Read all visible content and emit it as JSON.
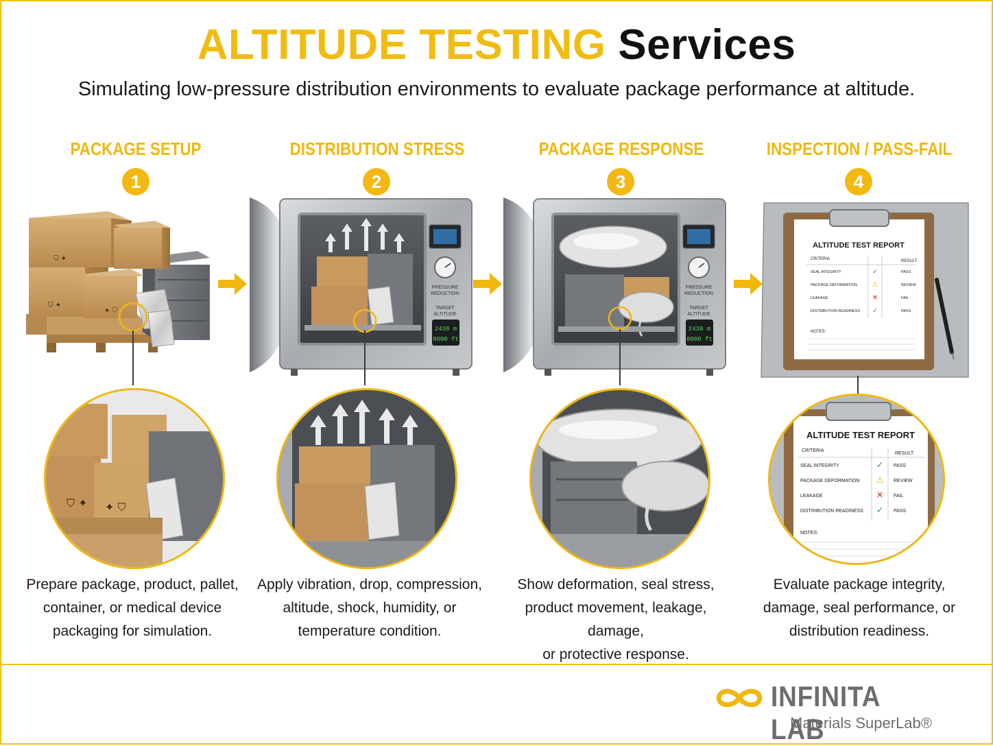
{
  "header": {
    "title_accent": "ALTITUDE TESTING",
    "title_rest": "Services",
    "subtitle": "Simulating low-pressure distribution environments to evaluate package performance at altitude."
  },
  "steps": [
    {
      "number": "1",
      "title": "PACKAGE SETUP",
      "description": [
        "Prepare package, product, pallet,",
        "container, or medical device",
        "packaging for simulation."
      ]
    },
    {
      "number": "2",
      "title": "DISTRIBUTION STRESS",
      "description": [
        "Apply vibration, drop, compression,",
        "altitude, shock, humidity, or",
        "temperature condition."
      ]
    },
    {
      "number": "3",
      "title": "PACKAGE RESPONSE",
      "description": [
        "Show deformation, seal stress,",
        "product movement, leakage, damage,",
        "or protective response."
      ]
    },
    {
      "number": "4",
      "title": "INSPECTION / PASS-FAIL",
      "description": [
        "Evaluate package integrity,",
        "damage, seal performance, or",
        "distribution readiness."
      ]
    }
  ],
  "chamber": {
    "label_pressure": [
      "PRESSURE",
      "REDUCTION"
    ],
    "label_target": [
      "TARGET",
      "ALTITUDE"
    ],
    "readout_m": "2438 m",
    "readout_ft": "8000 ft"
  },
  "report": {
    "title": "ALTITUDE TEST REPORT",
    "col_criteria": "CRITERIA",
    "col_result": "RESULT",
    "rows": [
      {
        "criteria": "SEAL INTEGRITY",
        "mark": "✓",
        "result": "PASS",
        "mark_color": "#2e9a3a"
      },
      {
        "criteria": "PACKAGE DEFORMATION",
        "mark": "⚠",
        "result": "REVIEW",
        "mark_color": "#f0b70f"
      },
      {
        "criteria": "LEAKAGE",
        "mark": "✕",
        "result": "FAIL",
        "mark_color": "#d8261e"
      },
      {
        "criteria": "DISTRIBUTION READINESS",
        "mark": "✓",
        "result": "PASS",
        "mark_color": "#2e9a3a"
      }
    ],
    "notes_label": "NOTES:"
  },
  "logo": {
    "brand": "INFINITA LAB",
    "tagline": "Materials SuperLab®"
  },
  "colors": {
    "accent": "#f1bc12",
    "cardboard": "#c99a5e",
    "steel": "#a9adb1",
    "crate": "#6f7377"
  }
}
